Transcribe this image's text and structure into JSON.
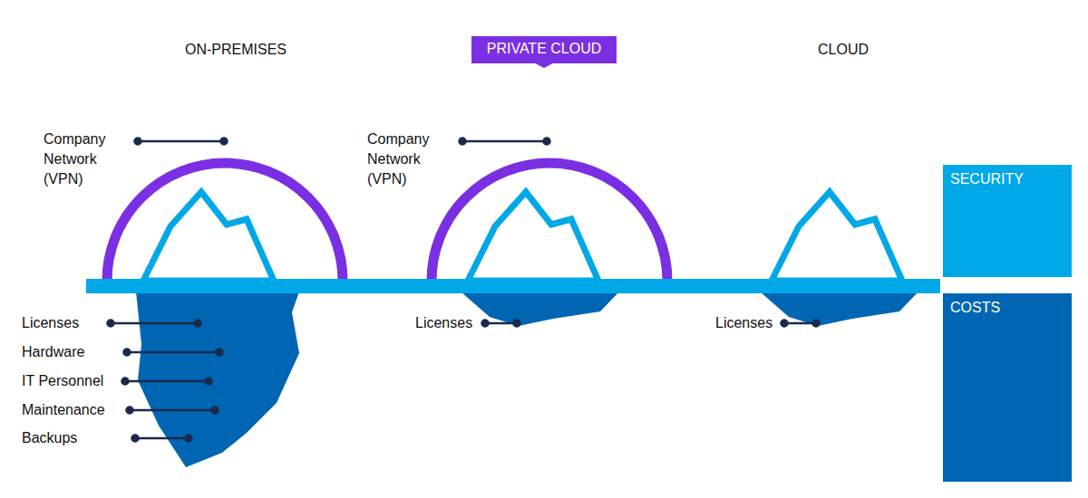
{
  "diagram": {
    "nodes": [
      {
        "text": [
          "PRIVATE CLOUD"
        ]
      },
      {
        "text": [
          "SECURITY"
        ]
      },
      {
        "text": [
          "COSTS"
        ]
      }
    ],
    "labels": [
      "ON-PREMISES",
      "CLOUD",
      "Company Network (VPN)",
      "Licenses",
      "Hardware",
      "IT Personnel",
      "Maintenance",
      "Backups",
      "Company Network (VPN)",
      "Licenses",
      "Licenses"
    ]
  }
}
